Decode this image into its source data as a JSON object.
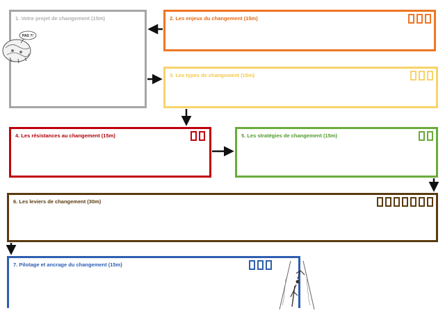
{
  "steps": [
    {
      "title": "1. Votre projet de changement (15m)",
      "markers": 0,
      "color": "#a6a6a6"
    },
    {
      "title": "2. Les enjeux du changement (15m)",
      "markers": 3,
      "color": "#ee7623"
    },
    {
      "title": "3. Les types de changement (15m)",
      "markers": 3,
      "color": "#f7d46b"
    },
    {
      "title": "4. Les résistances au changement (15m)",
      "markers": 2,
      "color": "#c0000c"
    },
    {
      "title": "5. Les stratégies de changement (15m)",
      "markers": 2,
      "color": "#6aab3a"
    },
    {
      "title": "6. Les leviers de changement (30m)",
      "markers": 7,
      "color": "#5b3a10"
    },
    {
      "title": "7. Pilotage et ancrage du changement (15m)",
      "markers": 3,
      "color": "#2e5eb0"
    }
  ],
  "illustrations": {
    "cartoon_1": {
      "icon": "cartoon-globe-illustration",
      "speech_bubble": "PAS ?!"
    },
    "cartoon_2": {
      "icon": "cartoon-road-direction-illustration"
    }
  }
}
